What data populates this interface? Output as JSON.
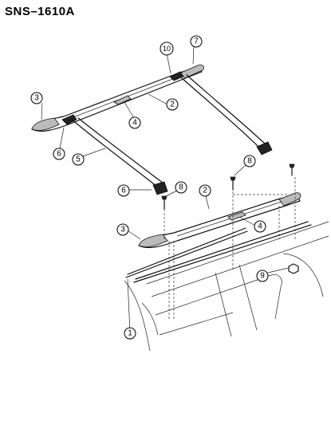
{
  "diagram_id": "SNS–1610A",
  "callouts": [
    "1",
    "2",
    "3",
    "4",
    "5",
    "6",
    "7",
    "8",
    "9",
    "10"
  ]
}
